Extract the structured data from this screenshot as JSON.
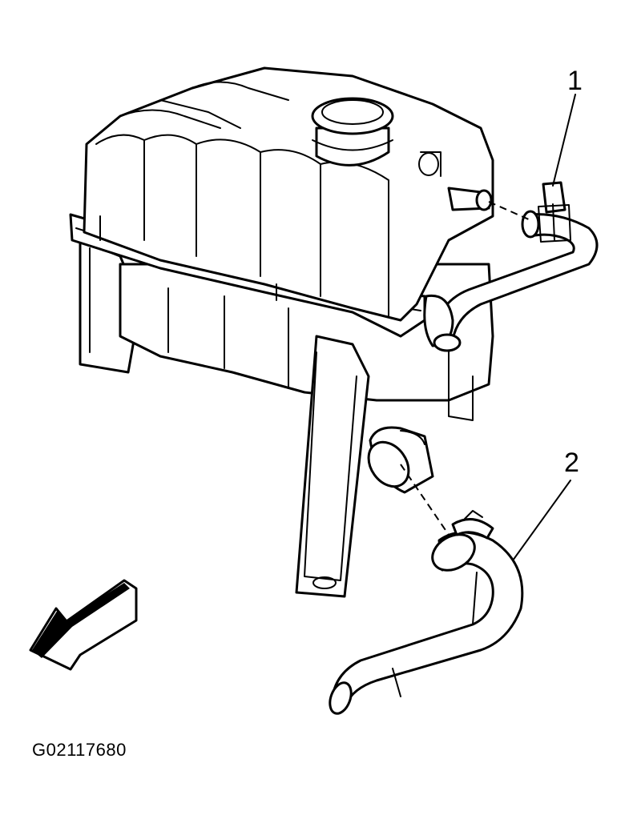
{
  "callouts": {
    "one": "1",
    "two": "2"
  },
  "figure_id": "G02117680",
  "colors": {
    "ink": "#000000",
    "paper": "#ffffff"
  }
}
